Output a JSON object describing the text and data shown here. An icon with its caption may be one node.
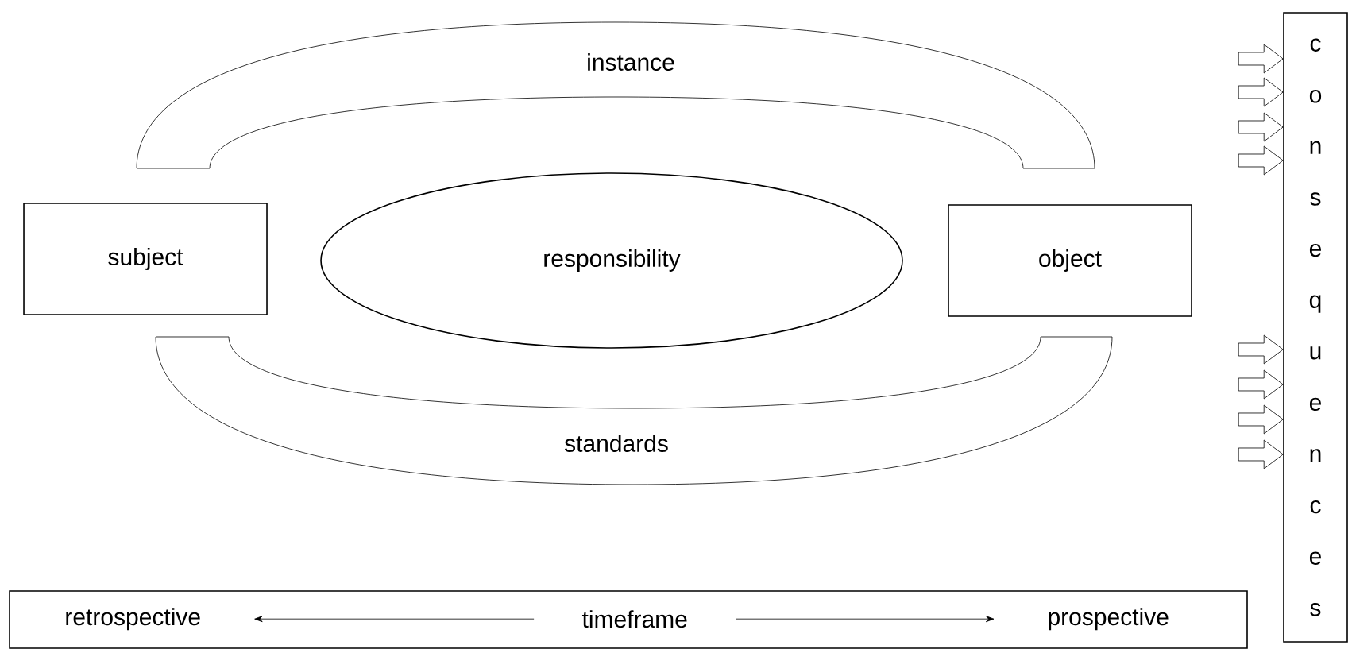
{
  "diagram": {
    "nodes": [
      {
        "text": [
          "instance"
        ]
      },
      {
        "text": [
          "subject"
        ]
      },
      {
        "text": [
          "responsibility"
        ]
      },
      {
        "text": [
          "object"
        ]
      },
      {
        "text": [
          "consequences"
        ]
      },
      {
        "text": [
          "standards"
        ]
      },
      {
        "text": [],
        "shape": "box"
      },
      {
        "text": [
          "retrospective"
        ],
        "in": 6
      },
      {
        "text": [
          "timeframe"
        ],
        "in": 6
      },
      {
        "text": [
          "prospective"
        ],
        "in": 6
      }
    ],
    "edges": [
      {
        "from": null,
        "to": 4,
        "arrow": "to"
      },
      {
        "from": null,
        "to": 4,
        "arrow": "to"
      },
      {
        "from": null,
        "to": 4,
        "arrow": "to"
      },
      {
        "from": null,
        "to": 4,
        "arrow": "to"
      },
      {
        "from": null,
        "to": 4,
        "arrow": "to"
      },
      {
        "from": null,
        "to": 4,
        "arrow": "to"
      },
      {
        "from": null,
        "to": 4,
        "arrow": "to"
      },
      {
        "from": null,
        "to": 4,
        "arrow": "to"
      },
      {
        "from": 8,
        "to": 7,
        "arrow": "to"
      },
      {
        "from": 8,
        "to": 9,
        "arrow": "to"
      }
    ]
  }
}
